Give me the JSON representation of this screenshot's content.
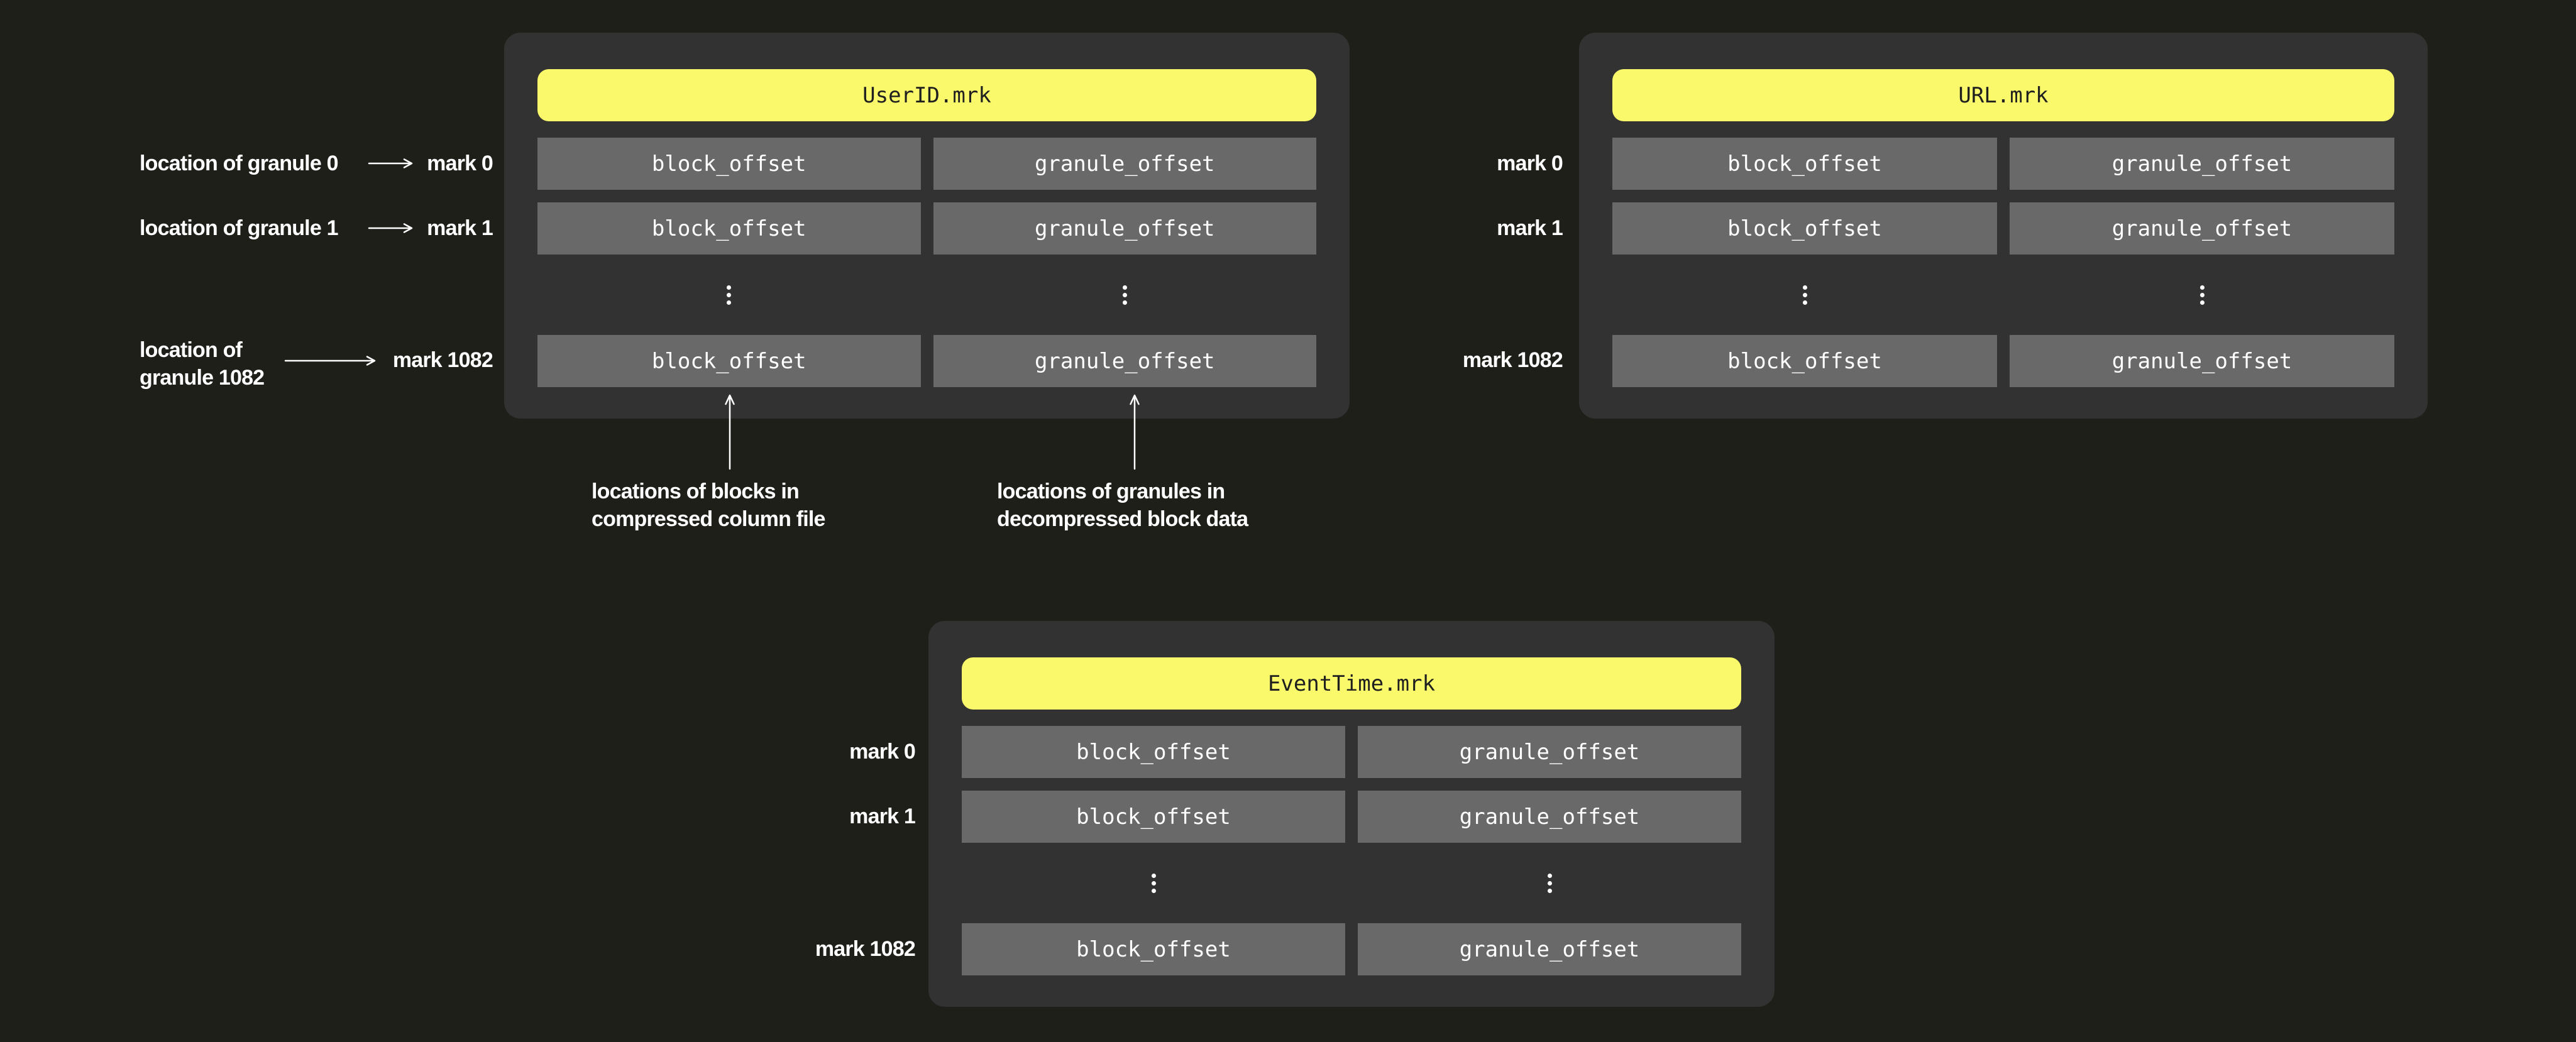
{
  "colors": {
    "background": "#1f1f1a",
    "panel": "#323232",
    "cell": "#696969",
    "header_fill": "#f9f96b",
    "header_text": "#1f1f1f",
    "text": "#ffffff"
  },
  "panels": [
    {
      "title": "UserID.mrk",
      "rows": [
        [
          "block_offset",
          "granule_offset"
        ],
        [
          "block_offset",
          "granule_offset"
        ],
        [
          "block_offset",
          "granule_offset"
        ]
      ]
    },
    {
      "title": "URL.mrk",
      "rows": [
        [
          "block_offset",
          "granule_offset"
        ],
        [
          "block_offset",
          "granule_offset"
        ],
        [
          "block_offset",
          "granule_offset"
        ]
      ],
      "marks": [
        "mark 0",
        "mark 1",
        "mark 1082"
      ]
    },
    {
      "title": "EventTime.mrk",
      "rows": [
        [
          "block_offset",
          "granule_offset"
        ],
        [
          "block_offset",
          "granule_offset"
        ],
        [
          "block_offset",
          "granule_offset"
        ]
      ],
      "marks": [
        "mark 0",
        "mark 1",
        "mark 1082"
      ]
    }
  ],
  "annotations": [
    {
      "label": "location of granule 0",
      "mark": "mark 0"
    },
    {
      "label": "location of granule 1",
      "mark": "mark 1"
    },
    {
      "label_line1": "location of",
      "label_line2": "granule 1082",
      "mark": "mark 1082"
    }
  ],
  "captions": [
    {
      "line1": "locations of blocks in",
      "line2": "compressed column file"
    },
    {
      "line1": "locations of granules in",
      "line2": "decompressed block data"
    }
  ]
}
